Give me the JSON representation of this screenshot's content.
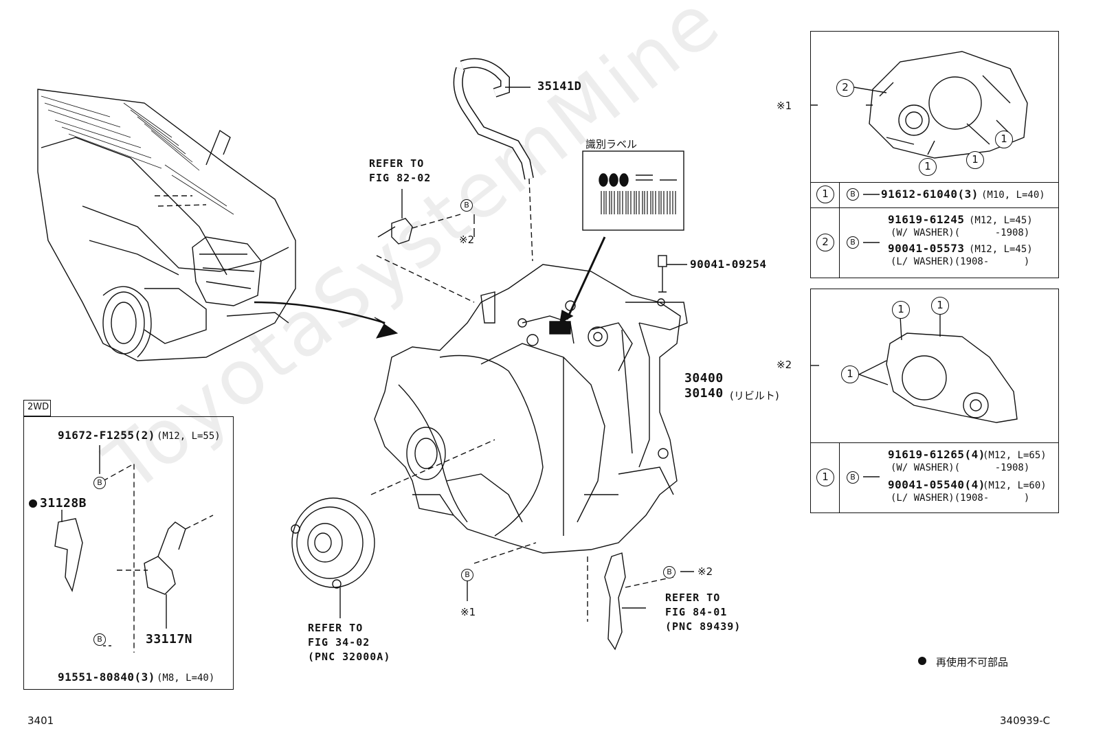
{
  "watermark": "ToyotaSystemMine",
  "labels": {
    "hose": "35141D",
    "refer_82": "REFER TO\nFIG 82-02",
    "label_title": "識別ラベル",
    "bolt_90041": "90041-09254",
    "trans_1": "30400",
    "trans_2": "30140",
    "trans_2_jp": "(リビルト)",
    "refer_34": "REFER TO\nFIG 34-02\n(PNC 32000A)",
    "refer_84": "REFER TO\nFIG 84-01\n(PNC 89439)",
    "mark_b": "B",
    "mark_1": "※1",
    "mark_2": "※2",
    "legend": "再使用不可部品",
    "page_left": "3401",
    "page_right": "340939-C"
  },
  "box_2wd": {
    "title": "2WD",
    "bolt_top": "91672-F1255(2)",
    "bolt_top_spec": "(M12, L=55)",
    "part_a": "31128B",
    "part_b": "33117N",
    "bolt_bottom": "91551-80840(3)",
    "bolt_bottom_spec": "(M8, L=40)"
  },
  "box1": {
    "ref": "※1",
    "c1": "1",
    "c2": "2",
    "row1_circle": "1",
    "row1_part": "91612-61040(3)",
    "row1_spec": "(M10, L=40)",
    "row2_circle": "2",
    "row2_part_a": "91619-61245",
    "row2_spec_a": "(M12, L=45)",
    "row2_note_a": "(W/ WASHER)(      -1908)",
    "row2_part_b": "90041-05573",
    "row2_spec_b": "(M12, L=45)",
    "row2_note_b": "(L/ WASHER)(1908-      )"
  },
  "box2": {
    "ref": "※2",
    "c1": "1",
    "row1_circle": "1",
    "row1_part_a": "91619-61265(4)",
    "row1_spec_a": "(M12, L=65)",
    "row1_note_a": "(W/ WASHER)(      -1908)",
    "row1_part_b": "90041-05540(4)",
    "row1_spec_b": "(M12, L=60)",
    "row1_note_b": "(L/ WASHER)(1908-      )"
  }
}
